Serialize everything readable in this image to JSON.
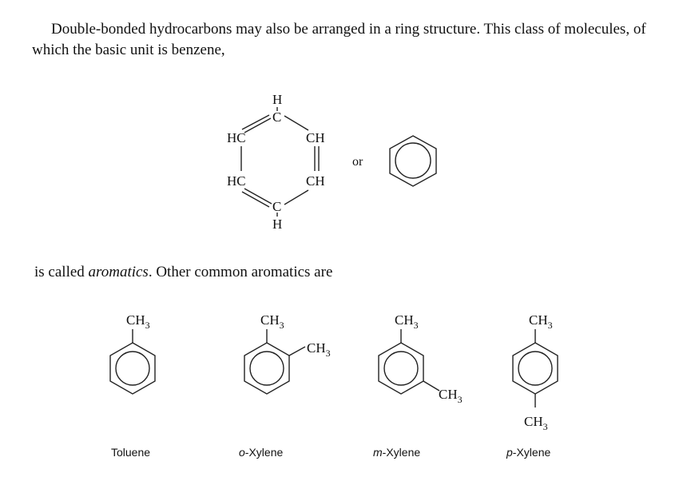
{
  "paragraph1": "Double-bonded hydrocarbons may also be arranged in a ring structure. This class of molecules, of which the basic unit is benzene,",
  "paragraph2": {
    "before": "is called ",
    "emph": "aromatics",
    "after": ". Other common aromatics are"
  },
  "benzene": {
    "atoms": {
      "top_h": "H",
      "top_c": "C",
      "upper_left": "HC",
      "upper_right": "CH",
      "lower_left": "HC",
      "lower_right": "CH",
      "bottom_c": "C",
      "bottom_h": "H"
    },
    "or_label": "or"
  },
  "substituent": {
    "base": "CH",
    "subscript": "3"
  },
  "compounds": [
    {
      "name": "Toluene",
      "prefix": "",
      "suffix": "Toluene"
    },
    {
      "name": "o-Xylene",
      "prefix": "o",
      "suffix": "-Xylene"
    },
    {
      "name": "m-Xylene",
      "prefix": "m",
      "suffix": "-Xylene"
    },
    {
      "name": "p-Xylene",
      "prefix": "p",
      "suffix": "-Xylene"
    }
  ]
}
